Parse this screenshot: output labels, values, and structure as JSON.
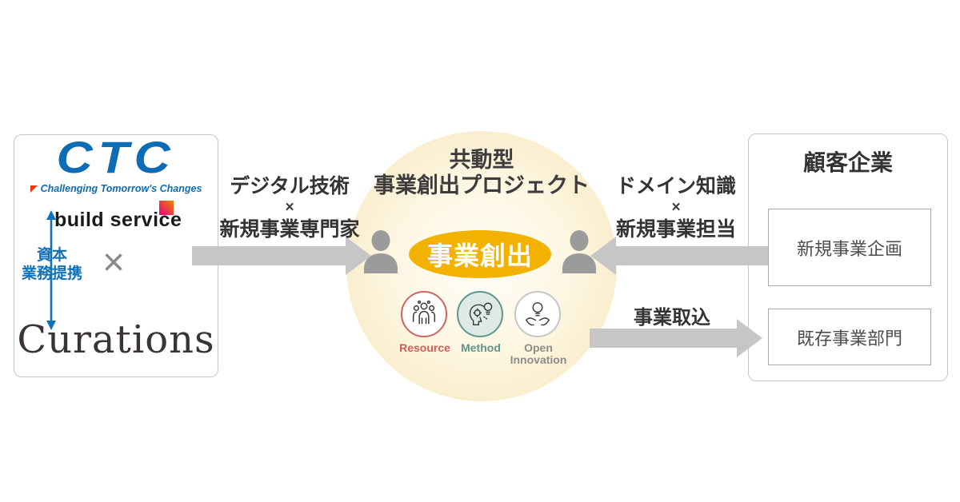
{
  "left_panel": {
    "ctc_logo": "CTC",
    "ctc_tagline": "Challenging Tomorrow's Changes",
    "build_service": "build service",
    "partnership_line1": "資本",
    "partnership_line2": "業務提携",
    "times": "×",
    "curations": "Curations"
  },
  "center": {
    "title_line1": "共動型",
    "title_line2": "事業創出プロジェクト",
    "ellipse_label": "事業創出",
    "icons": [
      {
        "name": "resource",
        "label": "Resource",
        "color": "#cc5f5b"
      },
      {
        "name": "method",
        "label": "Method",
        "color": "#5f958d"
      },
      {
        "name": "open-innovation",
        "label": "Open Innovation",
        "color": "#8c8c8c"
      }
    ]
  },
  "right_panel": {
    "title": "顧客企業",
    "boxes": [
      {
        "label": "新規事業企画"
      },
      {
        "label": "既存事業部門"
      }
    ]
  },
  "arrows": {
    "left": {
      "line1": "デジタル技術",
      "times": "×",
      "line2": "新規事業専門家",
      "direction": "right"
    },
    "right": {
      "line1": "ドメイン知識",
      "times": "×",
      "line2": "新規事業担当",
      "direction": "left"
    },
    "bottom": {
      "label": "事業取込",
      "direction": "right"
    }
  },
  "colors": {
    "ctc_blue": "#0c6cb6",
    "partnership_blue": "#1272b9",
    "gold": "#f3b200",
    "arrow_gray": "#c6c6c6",
    "person_gray": "#9b9b9b",
    "circle_cream": "#f7e6bc"
  }
}
